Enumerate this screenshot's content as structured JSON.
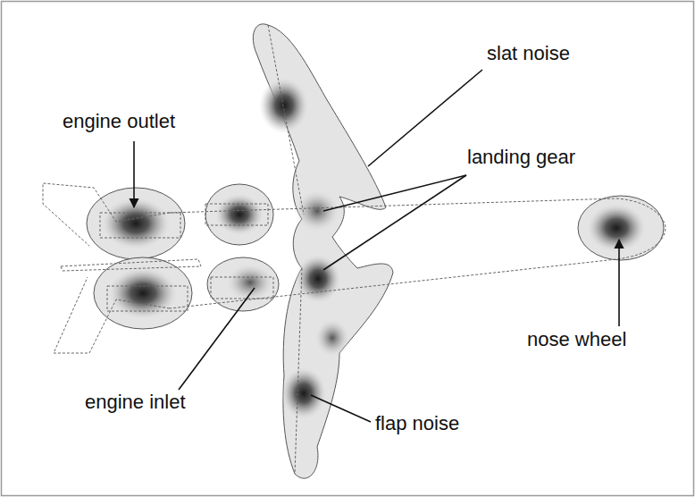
{
  "diagram": {
    "labels": [
      "slat noise",
      "engine outlet",
      "landing gear",
      "nose wheel",
      "engine inlet",
      "flap noise"
    ]
  }
}
